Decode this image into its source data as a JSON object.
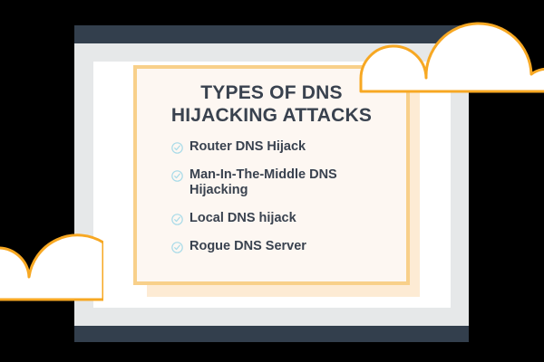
{
  "theme": {
    "background": "#000000",
    "frame_dark": "#333f4d",
    "frame_gray": "#e6e8e9",
    "screen_white": "#ffffff",
    "card_background": "#fdf7f2",
    "card_border": "#f8d08a",
    "card_shadow": "#fdebd4",
    "text_dark": "#39424f",
    "check_blue": "#a9dbe8",
    "cloud_outline": "#f7a823",
    "cloud_fill": "#ffffff"
  },
  "card": {
    "title": "TYPES OF DNS HIJACKING ATTACKS",
    "items": [
      {
        "icon": "check-circle-icon",
        "label": "Router DNS Hijack"
      },
      {
        "icon": "check-circle-icon",
        "label": "Man-In-The-Middle DNS Hijacking"
      },
      {
        "icon": "check-circle-icon",
        "label": "Local DNS hijack"
      },
      {
        "icon": "check-circle-icon",
        "label": "Rogue DNS Server"
      }
    ]
  },
  "decorations": {
    "cloud_top_right": "cloud-icon",
    "cloud_bottom_left": "cloud-icon"
  }
}
